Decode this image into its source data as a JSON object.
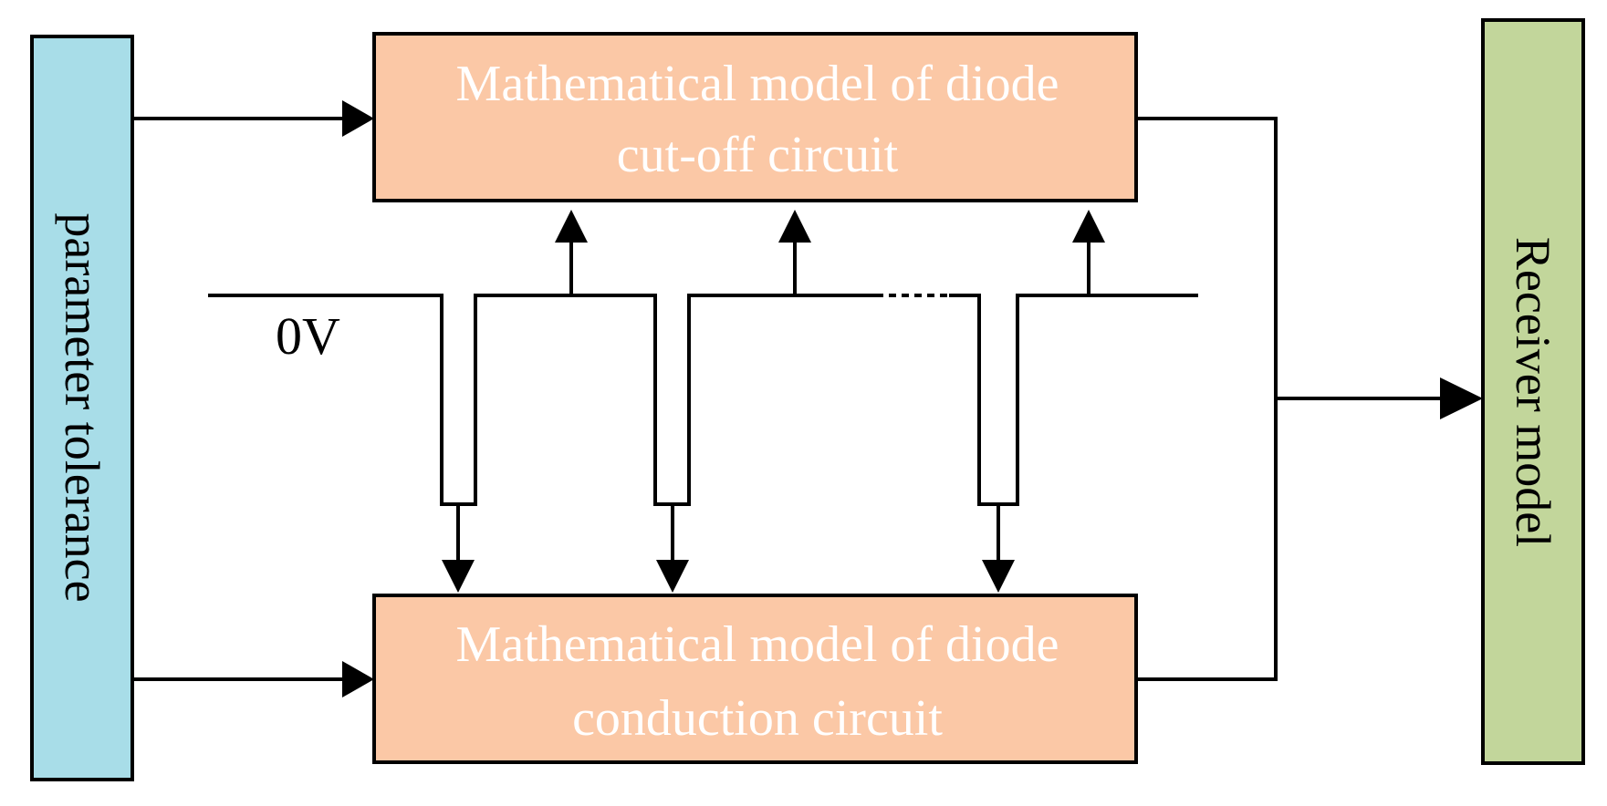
{
  "diagram": {
    "left_block": {
      "label": "parameter tolerance",
      "color": "#a8dde8"
    },
    "right_block": {
      "label": "Receiver model",
      "color": "#c2d69b"
    },
    "top_block": {
      "line1": "Mathematical model of diode",
      "line2": "cut-off circuit",
      "color": "#fbc8a6"
    },
    "bottom_block": {
      "line1": "Mathematical model of diode",
      "line2": "conduction circuit",
      "color": "#fbc8a6"
    },
    "signal": {
      "label": "0V"
    }
  }
}
